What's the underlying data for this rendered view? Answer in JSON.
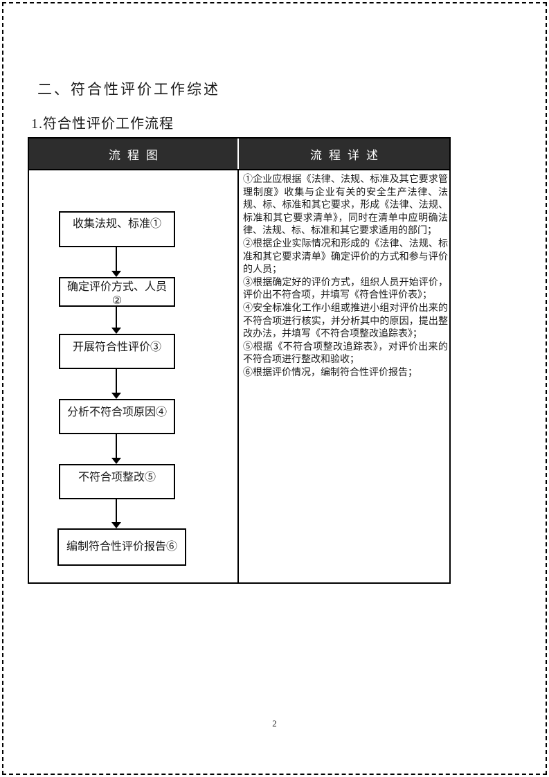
{
  "page": {
    "section_title": "二、符合性评价工作综述",
    "subsection_title": "1.符合性评价工作流程",
    "page_number": "2"
  },
  "table": {
    "header_left": "流程图",
    "header_right": "流程详述"
  },
  "flowchart": {
    "boxes": [
      {
        "label": "收集法规、标准①"
      },
      {
        "label": "确定评价方式、人员",
        "label_line2": "②"
      },
      {
        "label": "开展符合性评价③"
      },
      {
        "label": "分析不符合项原因④"
      },
      {
        "label": "不符合项整改⑤"
      },
      {
        "label": "编制符合性评价报告⑥"
      }
    ]
  },
  "details": {
    "items": [
      "①企业应根据《法律、法规、标准及其它要求管理制度》收集与企业有关的安全生产法律、法规、标、标准和其它要求，形成《法律、法规、标准和其它要求清单》，同时在清单中应明确法律、法规、标、标准和其它要求适用的部门；",
      "②根据企业实际情况和形成的《法律、法规、标准和其它要求清单》确定评价的方式和参与评价的人员；",
      "③根据确定好的评价方式，组织人员开始评价，评价出不符合项，并填写《符合性评价表》；",
      "④安全标准化工作小组或推进小组对评价出来的不符合项进行核实，并分析其中的原因，提出整改办法，并填写《不符合项整改追踪表》；",
      "⑤根据《不符合项整改追踪表》，对评价出来的不符合项进行整改和验收；",
      "⑥根据评价情况，编制符合性评价报告；"
    ]
  },
  "colors": {
    "header_bg": "#2d2d2d",
    "header_text": "#ffffff",
    "border": "#000000",
    "text": "#1a1a1a",
    "page_bg": "#ffffff"
  }
}
